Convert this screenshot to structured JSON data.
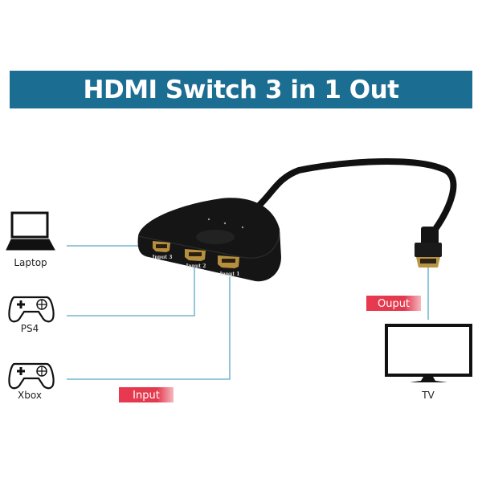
{
  "title": "HDMI Switch 3 in 1 Out",
  "devices": [
    {
      "label": "Laptop",
      "icon": "laptop-icon"
    },
    {
      "label": "PS4",
      "icon": "gamepad-icon"
    },
    {
      "label": "Xbox",
      "icon": "gamepad-icon"
    }
  ],
  "output_device": {
    "label": "TV",
    "icon": "tv-icon"
  },
  "ports": [
    "Input 3",
    "Input 2",
    "Input 1"
  ],
  "badges": {
    "input": "Input",
    "output": "Ouput"
  },
  "colors": {
    "banner": "#1c6d92",
    "line": "#5ba7c5",
    "badge": "#e23a4e"
  }
}
